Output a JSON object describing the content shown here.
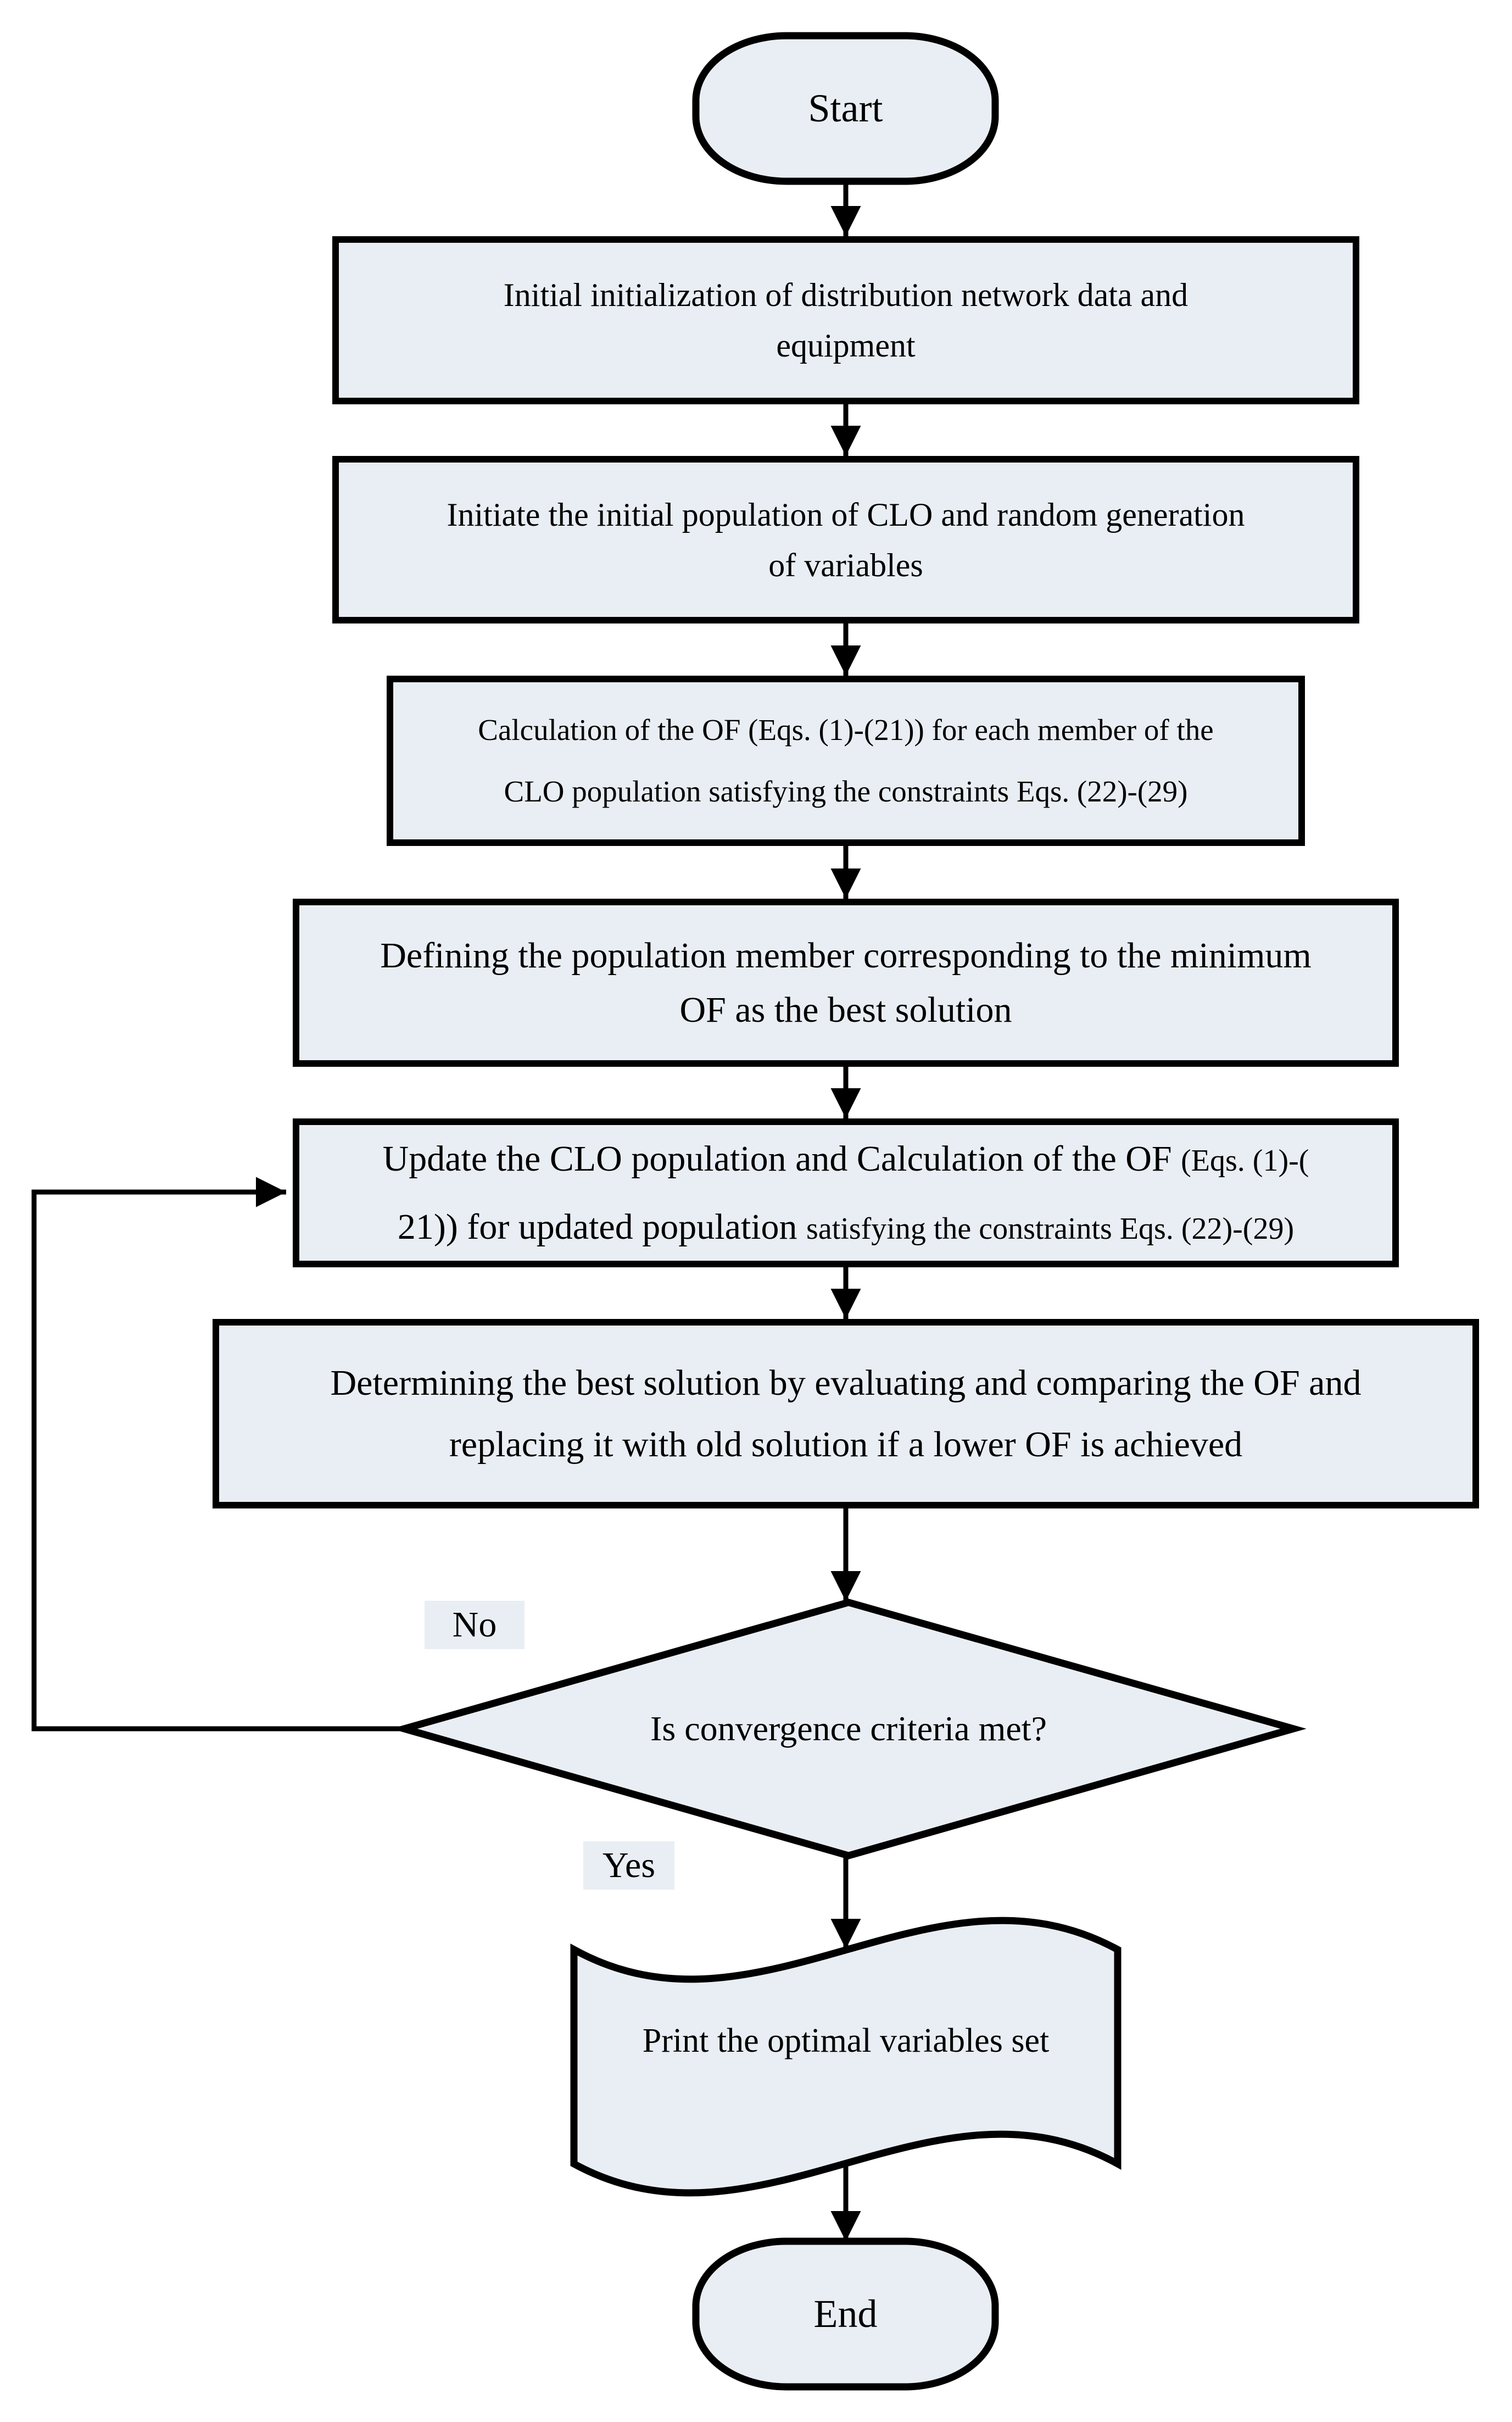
{
  "colors": {
    "background": "#ffffff",
    "node_fill": "#e9eef4",
    "stroke": "#000000",
    "text": "#000000"
  },
  "nodes": {
    "start": {
      "label": "Start"
    },
    "step1": {
      "lines": [
        "Initial initialization of distribution network data and",
        "equipment"
      ]
    },
    "step2": {
      "lines": [
        "Initiate the initial population of CLO and random generation",
        "of variables"
      ]
    },
    "step3": {
      "lines": [
        "Calculation of the OF (Eqs. (1)-(21)) for each member of the",
        "CLO population satisfying the constraints Eqs. (22)-(29)"
      ]
    },
    "step4": {
      "lines": [
        "Defining the population member corresponding to the minimum",
        "OF as the best solution"
      ]
    },
    "step5": {
      "l1a": "Update the CLO population and Calculation of the OF ",
      "l1b": "(Eqs. (1)-(",
      "l2a": "21)) for updated population ",
      "l2b": "satisfying the constraints Eqs. (22)-(29)"
    },
    "step6": {
      "lines": [
        "Determining the best solution by evaluating and comparing the OF and",
        "replacing it with old solution if a lower OF is achieved"
      ]
    },
    "decision": {
      "label": "Is convergence criteria met?"
    },
    "print": {
      "label": "Print the optimal variables set"
    },
    "end": {
      "label": "End"
    }
  },
  "edge_labels": {
    "no": "No",
    "yes": "Yes"
  }
}
